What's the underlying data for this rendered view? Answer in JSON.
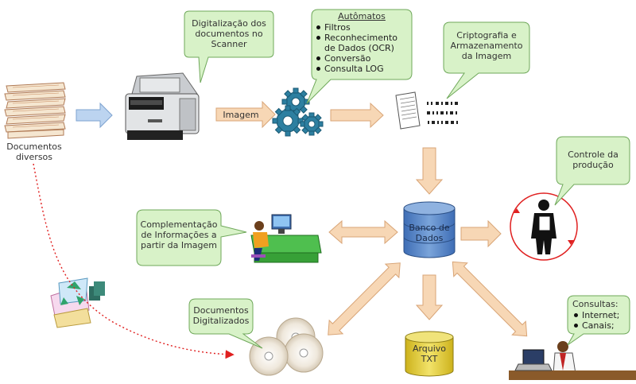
{
  "labels": {
    "documentos": "Documentos diversos",
    "imagem": "Imagem",
    "banco": "Banco de Dados",
    "arquivo": "Arquivo TXT"
  },
  "bubbles": {
    "scanner": "Digitalização dos documentos no Scanner",
    "automatos_title": "Autômatos",
    "automatos_items": [
      "Filtros",
      "Reconhecimento de Dados (OCR)",
      "Conversão",
      "Consulta LOG"
    ],
    "cripto": "Criptografia e Armazenamento da Imagem",
    "controle": "Controle da produção",
    "complementacao": "Complementação de Informações a partir da Imagem",
    "digitalizados": "Documentos Digitalizados",
    "consultas_title": "Consultas:",
    "consultas_items": [
      "Internet;",
      "Canais;"
    ]
  },
  "colors": {
    "bubble_fill": "#d8f2c8",
    "bubble_stroke": "#6fa85a",
    "arrow_fill": "#f7d7b5",
    "arrow_stroke": "#d9a577",
    "blue_arrow_fill": "#bcd4f0",
    "db_blue": "#4f7fc1",
    "txt_yellow": "#e8d13a",
    "red_dotted": "#e02020"
  }
}
